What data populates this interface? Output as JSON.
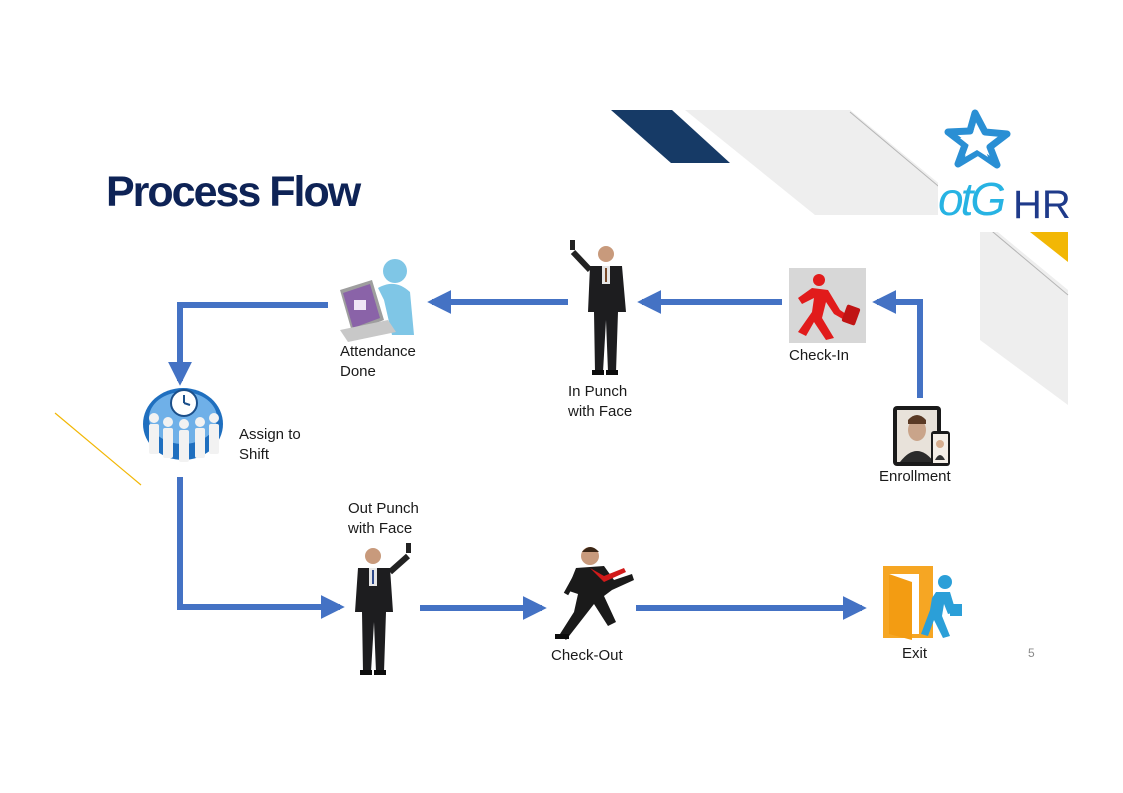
{
  "slide": {
    "title": "Process Flow",
    "page_number": "5"
  },
  "logo": {
    "text_otg": "otG",
    "text_hr": "HR"
  },
  "steps": {
    "enrollment": "Enrollment",
    "check_in": "Check-In",
    "in_punch_line1": "In Punch",
    "in_punch_line2": "with Face",
    "attendance_line1": "Attendance",
    "attendance_line2": "Done",
    "assign_line1": "Assign to",
    "assign_line2": "Shift",
    "out_punch_line1": "Out Punch",
    "out_punch_line2": "with Face",
    "check_out": "Check-Out",
    "exit": "Exit"
  },
  "colors": {
    "arrow": "#4472c4",
    "title": "#0e2356",
    "accent_navy": "#163a66",
    "accent_gold": "#f2b705"
  }
}
